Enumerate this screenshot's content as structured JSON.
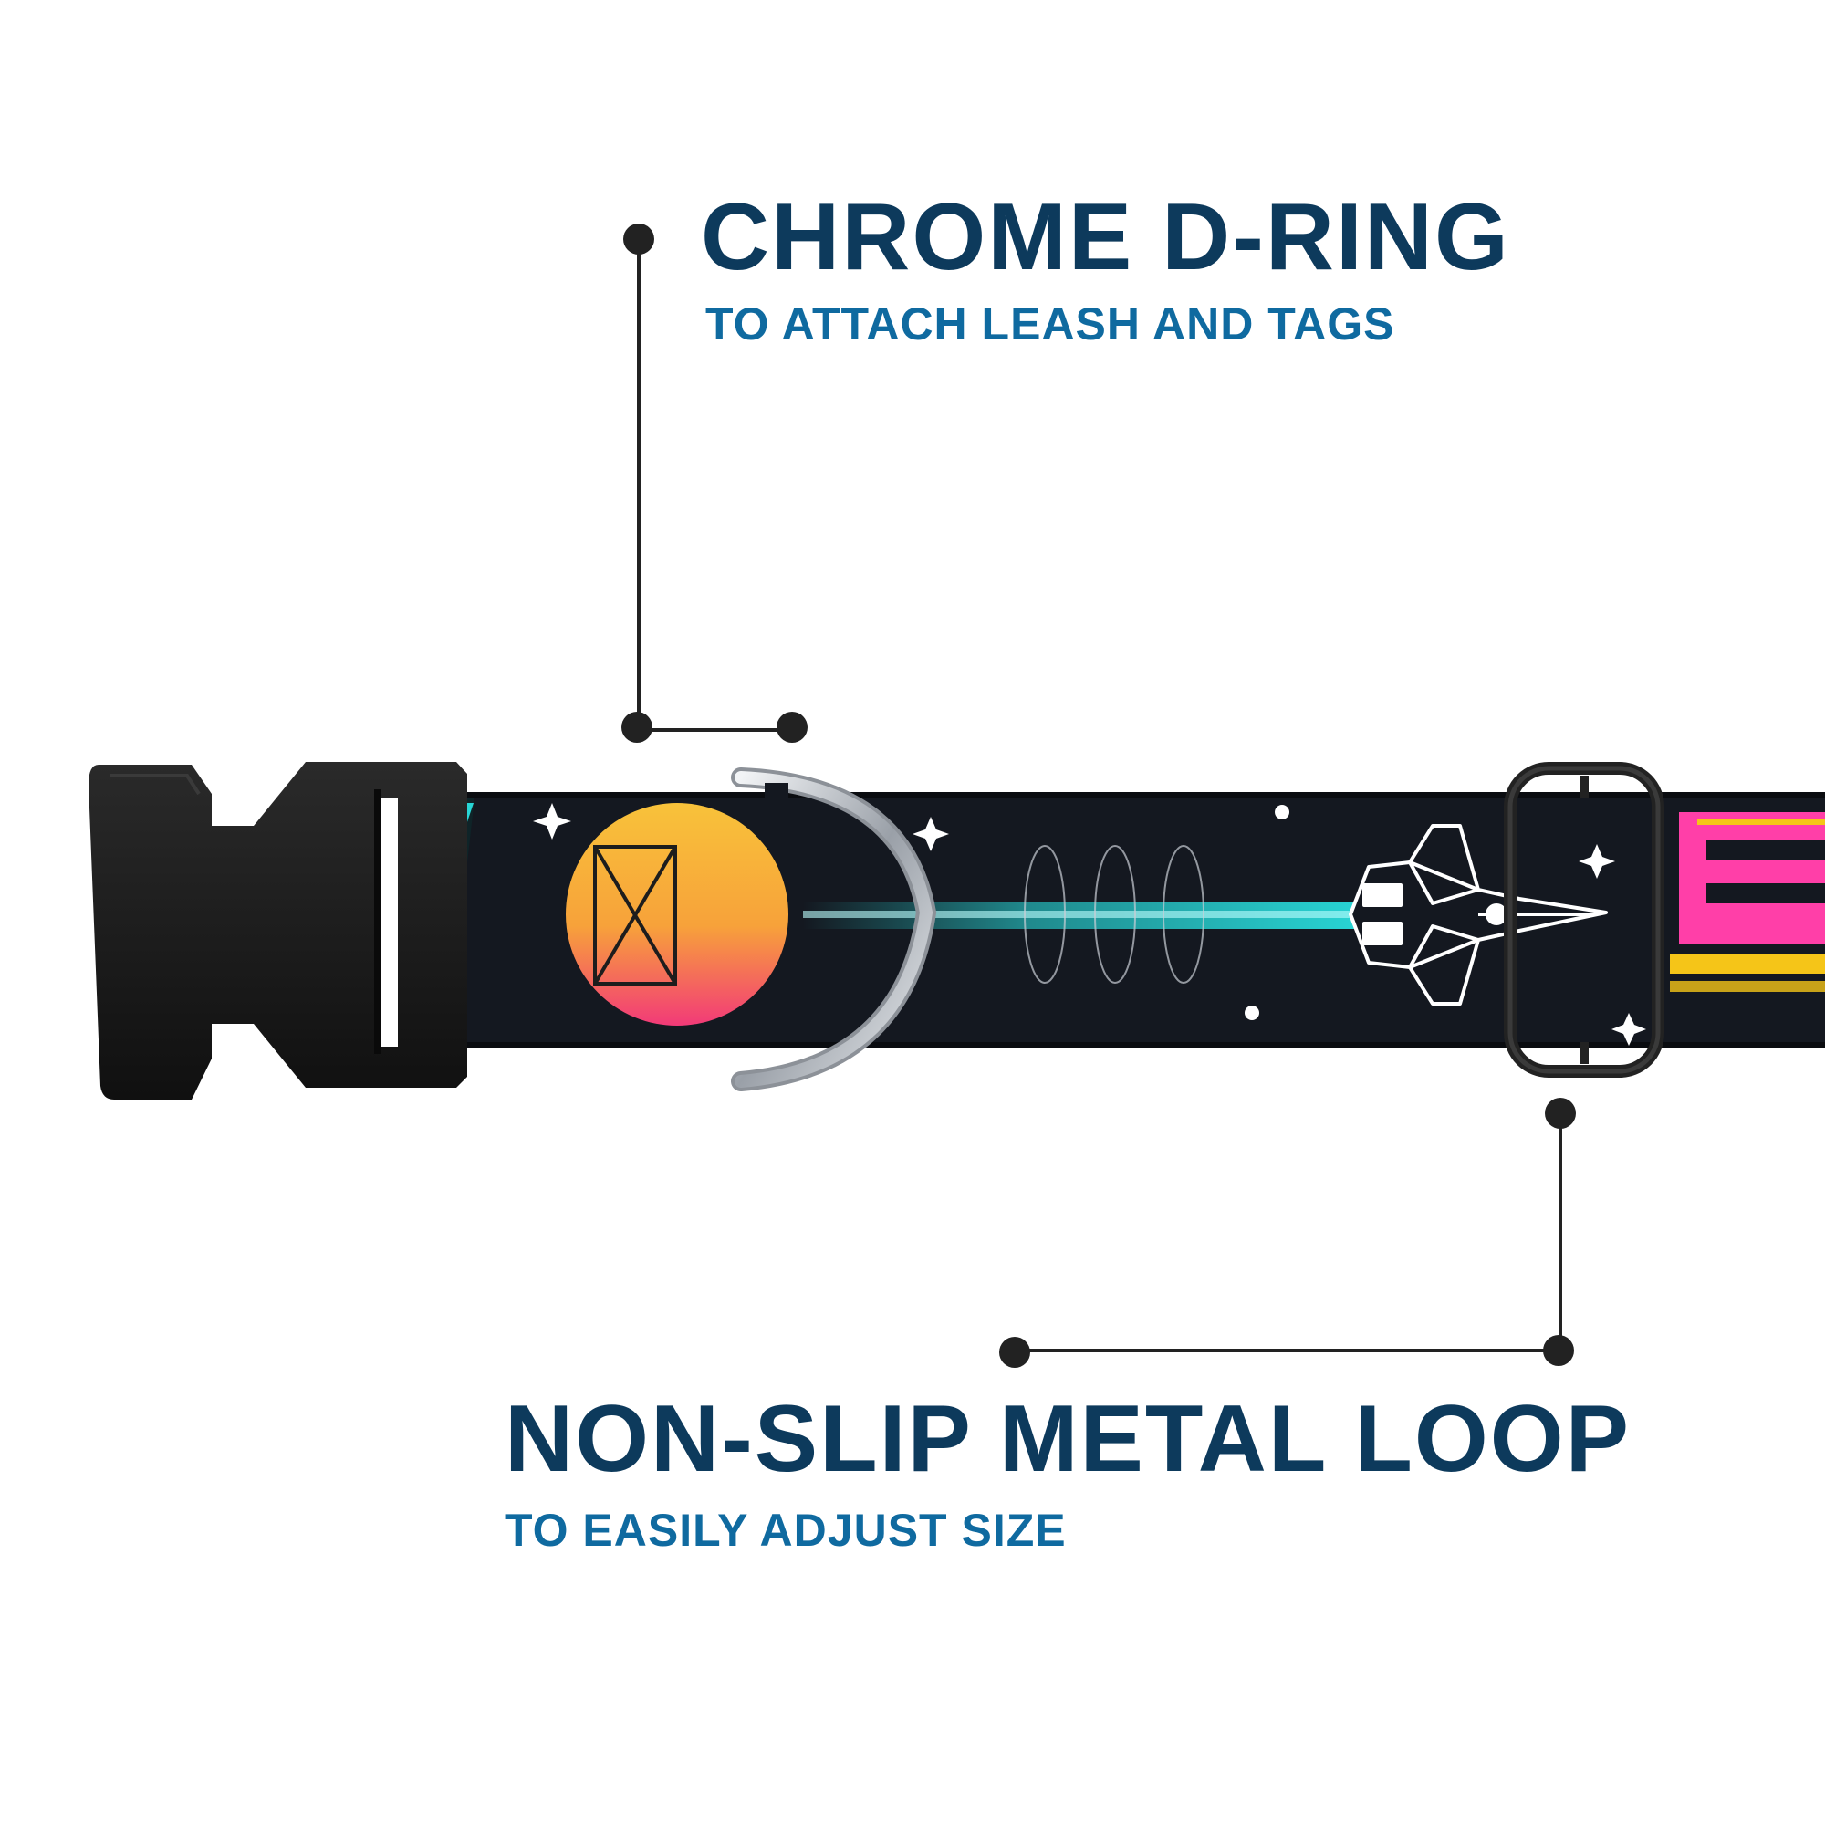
{
  "callouts": {
    "d_ring": {
      "title": "CHROME D-RING",
      "subtitle": "TO ATTACH LEASH AND TAGS"
    },
    "loop": {
      "title": "NON-SLIP METAL LOOP",
      "subtitle": "TO EASILY ADJUST SIZE"
    }
  },
  "colors": {
    "title": "#0d3a5c",
    "subtitle": "#0f6aa0",
    "leader_line": "#222222",
    "collar_band": "#141820",
    "buckle": "#1c1c1c",
    "sun_top": "#f7b733",
    "sun_bottom": "#f2416f",
    "neon_cyan": "#28d6d6",
    "neon_pink": "#ff3fa8",
    "neon_yellow": "#f5c518",
    "chrome": "#c8ccd2"
  }
}
